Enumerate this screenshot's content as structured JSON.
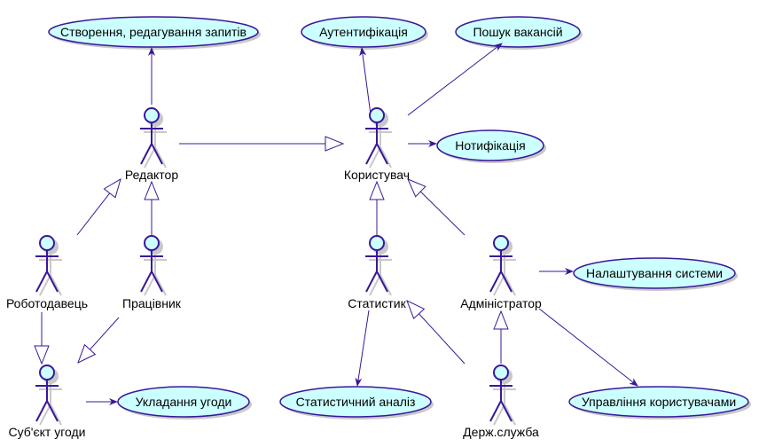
{
  "actors": {
    "editor": "Редактор",
    "user": "Користувач",
    "employer": "Роботодавець",
    "worker": "Працівник",
    "statistician": "Статистик",
    "administrator": "Адміністратор",
    "subject": "Суб'єкт угоди",
    "gov_service": "Держ.служба"
  },
  "use_cases": {
    "create_edit_requests": "Створення, редагування запитів",
    "authentication": "Аутентифікація",
    "job_search": "Пошук вакансій",
    "notification": "Нотифікація",
    "system_settings": "Налаштування системи",
    "contract_signing": "Укладання угоди",
    "statistical_analysis": "Статистичний аналіз",
    "user_management": "Управління користувачами"
  },
  "colors": {
    "actor_fill": "#FEFECE",
    "usecase_fill": "#CCFFFF",
    "stroke": "#3A1799",
    "shadow": "#c8c8c8"
  }
}
